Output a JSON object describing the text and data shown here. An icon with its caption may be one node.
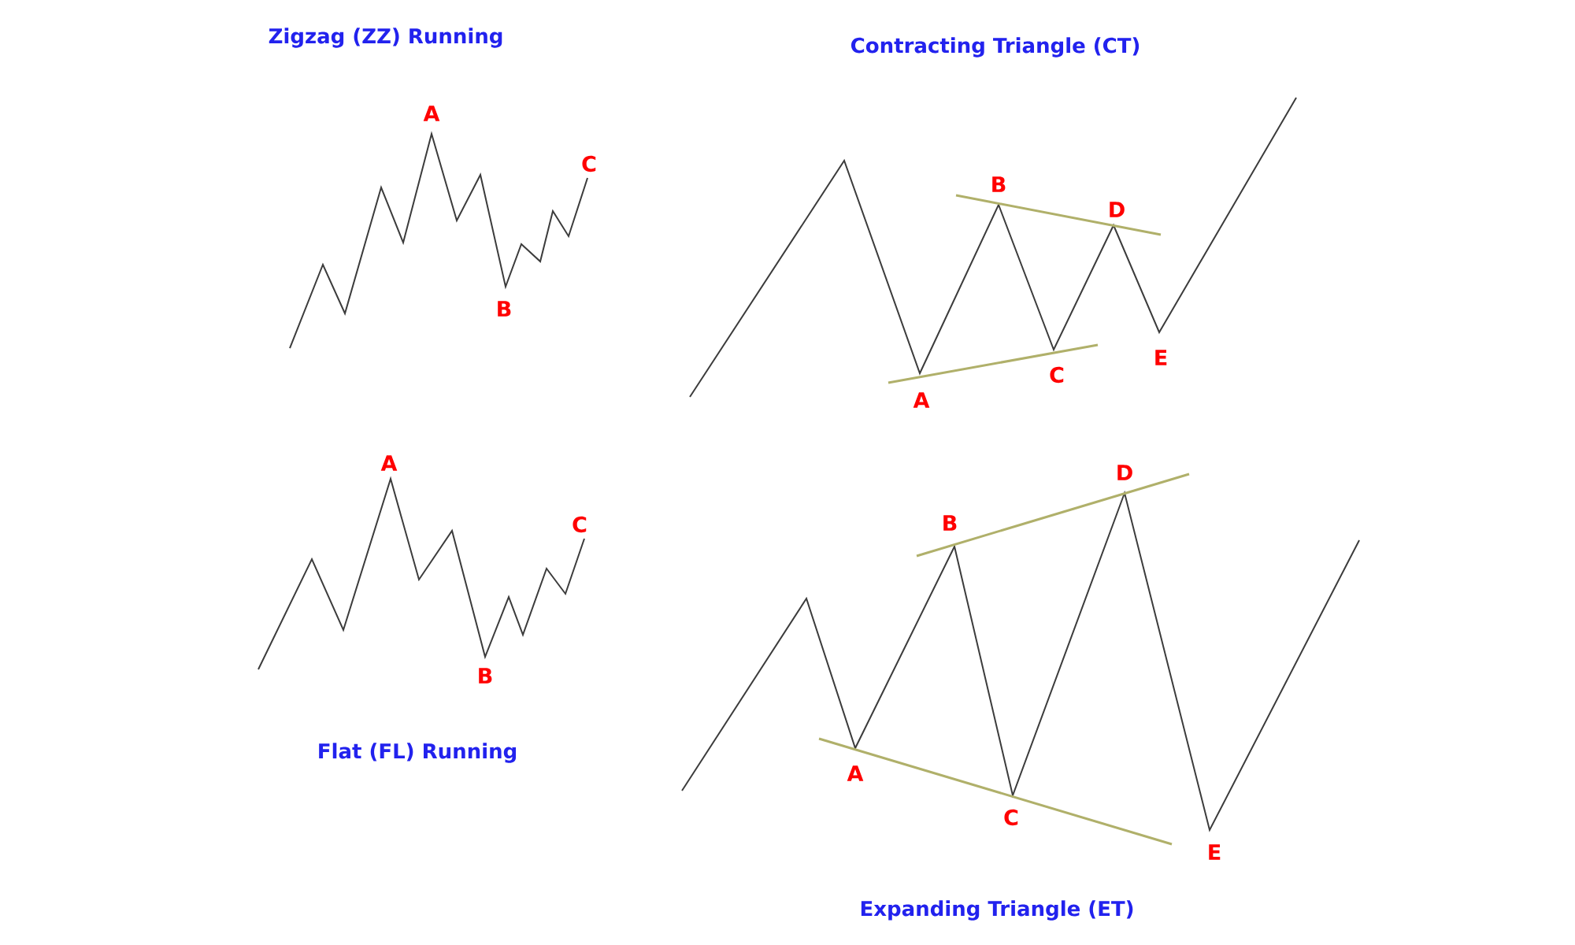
{
  "diagram": {
    "labels": [
      "Zigzag (ZZ) Running",
      "A",
      "B",
      "C",
      "Contracting Triangle (CT)",
      "A",
      "B",
      "C",
      "D",
      "E",
      "A",
      "B",
      "C",
      "Flat (FL) Running",
      "A",
      "B",
      "C",
      "D",
      "E",
      "Expanding Triangle (ET)"
    ]
  }
}
